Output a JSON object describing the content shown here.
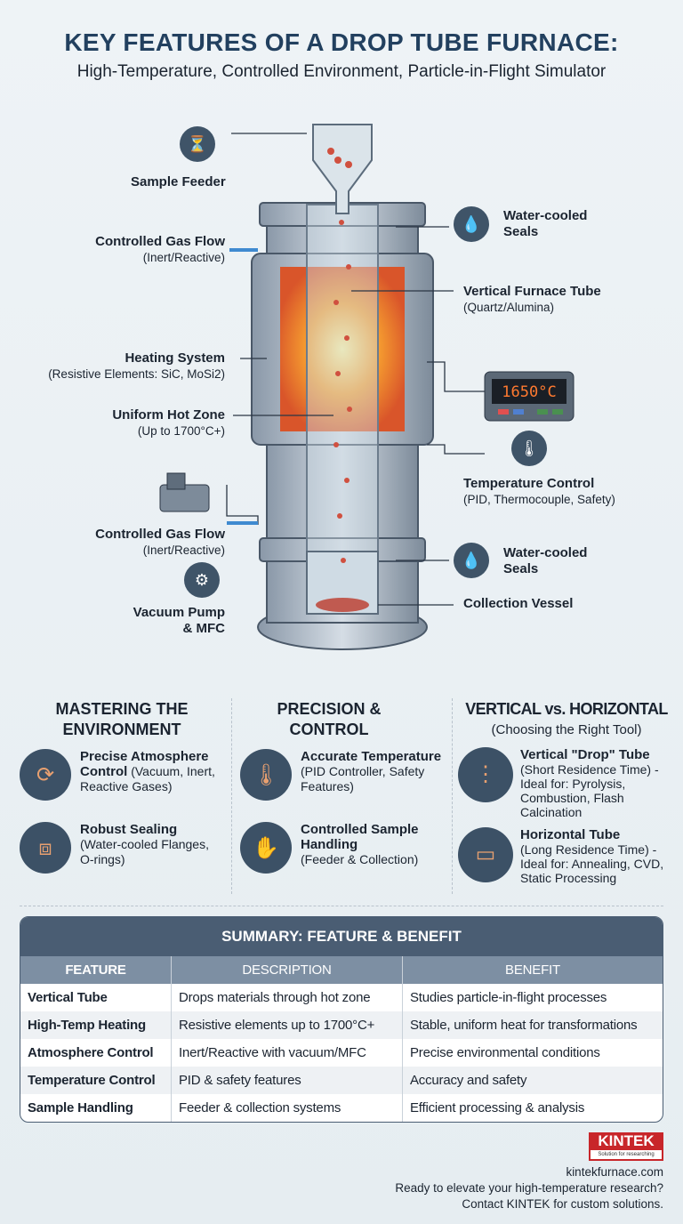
{
  "title": "KEY FEATURES OF A DROP TUBE FURNACE:",
  "subtitle": "High-Temperature, Controlled Environment, Particle-in-Flight Simulator",
  "diagram": {
    "sample_feeder": "Sample Feeder",
    "gas_flow_top": {
      "title": "Controlled Gas Flow",
      "sub": "(Inert/Reactive)"
    },
    "heating": {
      "title": "Heating System",
      "sub": "(Resistive Elements: SiC, MoSi2)"
    },
    "hot_zone": {
      "title": "Uniform Hot Zone",
      "sub": "(Up to 1700°C+)"
    },
    "gas_flow_bottom": {
      "title": "Controlled Gas Flow",
      "sub": "(Inert/Reactive)"
    },
    "vacuum": {
      "title": "Vacuum Pump",
      "sub": "& MFC"
    },
    "seals_top": {
      "title": "Water-cooled",
      "sub": "Seals"
    },
    "tube": {
      "title": "Vertical Furnace Tube",
      "sub": "(Quartz/Alumina)"
    },
    "display": "1650°C",
    "temp_control": {
      "title": "Temperature Control",
      "sub": "(PID, Thermocouple, Safety)"
    },
    "seals_bottom": {
      "title": "Water-cooled",
      "sub": "Seals"
    },
    "collection": "Collection Vessel"
  },
  "columns": [
    {
      "title": "MASTERING THE ENVIRONMENT",
      "items": [
        {
          "icon": "atmosphere-cycle-icon",
          "bold": "Precise Atmosphere Control",
          "text": " (Vacuum, Inert, Reactive Gases)"
        },
        {
          "icon": "flange-seal-icon",
          "bold": "Robust Sealing",
          "text": "(Water-cooled Flanges, O-rings)"
        }
      ]
    },
    {
      "title": "PRECISION & CONTROL",
      "items": [
        {
          "icon": "thermometer-icon",
          "bold": "Accurate Temperature",
          "text": "(PID Controller, Safety Features)"
        },
        {
          "icon": "hand-particles-icon",
          "bold": "Controlled Sample Handling",
          "text": "(Feeder & Collection)"
        }
      ]
    },
    {
      "title": "VERTICAL vs. HORIZONTAL",
      "subtitle": "(Choosing the Right Tool)",
      "items": [
        {
          "icon": "vertical-tube-icon",
          "bold": "Vertical \"Drop\" Tube",
          "text": "(Short Residence Time) - Ideal for: Pyrolysis, Combustion, Flash Calcination"
        },
        {
          "icon": "horizontal-tube-icon",
          "bold": "Horizontal Tube",
          "text": "(Long Residence Time) - Ideal for: Annealing, CVD, Static Processing"
        }
      ]
    }
  ],
  "table": {
    "title": "SUMMARY: FEATURE & BENEFIT",
    "headers": [
      "FEATURE",
      "DESCRIPTION",
      "BENEFIT"
    ],
    "rows": [
      [
        "Vertical Tube",
        "Drops materials through hot zone",
        "Studies particle-in-flight processes"
      ],
      [
        "High-Temp Heating",
        "Resistive elements up to 1700°C+",
        "Stable, uniform heat for transformations"
      ],
      [
        "Atmosphere Control",
        "Inert/Reactive with vacuum/MFC",
        "Precise environmental conditions"
      ],
      [
        "Temperature Control",
        "PID & safety features",
        "Accuracy and safety"
      ],
      [
        "Sample Handling",
        "Feeder & collection systems",
        "Efficient processing & analysis"
      ]
    ]
  },
  "footer": {
    "logo": "KINTEK",
    "tagline": "Solution for researching",
    "url": "kintekfurnace.com",
    "line1": "Ready to elevate your high-temperature research?",
    "line2": "Contact KINTEK for custom solutions."
  },
  "colors": {
    "navy": "#22405f",
    "slate": "#4a5d73",
    "accent": "#c8262a",
    "hot": "#f5a030"
  }
}
